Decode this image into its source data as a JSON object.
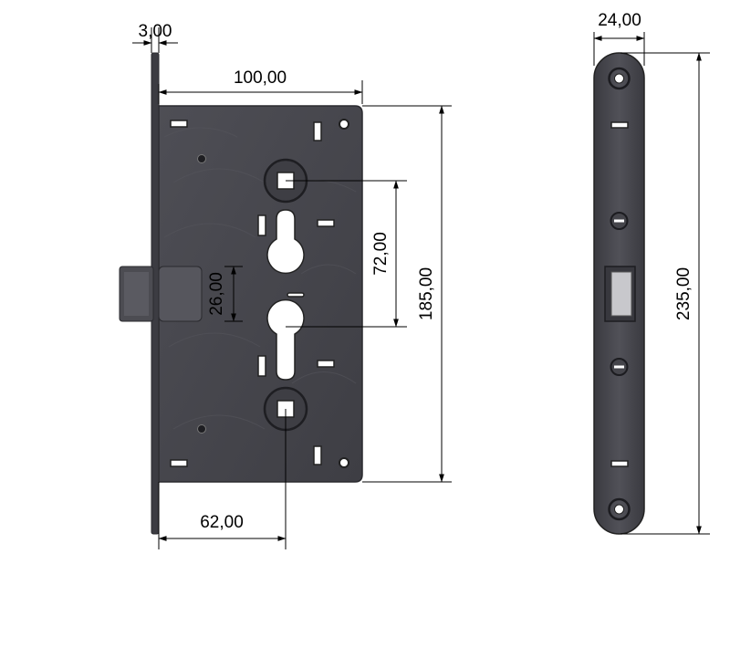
{
  "dimensions": {
    "faceplate_thickness": "3,00",
    "backset_width": "100,00",
    "latch_bolt_height": "26,00",
    "center_distance": "72,00",
    "case_height": "185,00",
    "backset": "62,00",
    "faceplate_width": "24,00",
    "faceplate_height": "235,00"
  },
  "colors": {
    "body": "#46464c",
    "faceplate": "#4a4a50",
    "bolt": "#4c4c52",
    "hole": "#ffffff",
    "dimension_line": "#000000"
  }
}
